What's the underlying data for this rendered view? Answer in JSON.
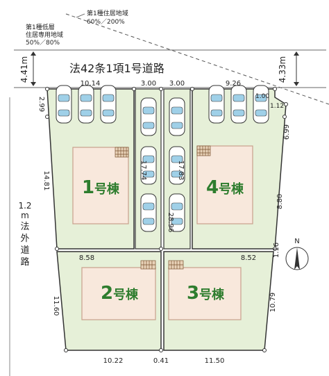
{
  "zoning": {
    "upper_zone_line1": "第1種住居地域",
    "upper_zone_line2": "60%／200%",
    "lower_zone_line1": "第1種低層",
    "lower_zone_line2": "住居専用地域",
    "lower_zone_line3": "50%／80%"
  },
  "road_top": {
    "label": "法42条1項1号道路",
    "width_left": "4.41m",
    "width_right": "4.33m"
  },
  "road_left": {
    "label_lines": [
      "1.2",
      "m",
      "法",
      "外",
      "道",
      "路"
    ]
  },
  "dimensions": {
    "top_lot1": "10.14",
    "top_path_left": "3.00",
    "top_path_right": "3.00",
    "top_lot4": "9.26",
    "corner_cut_a": "1.00",
    "corner_cut_b": "1.12",
    "left_lot1_upper": "2.99",
    "left_lot1": "14.81",
    "left_lot2": "11.60",
    "right_lot4_upper": "6.99",
    "right_lot4": "8.80",
    "right_offset": "1.16",
    "right_lot3": "10.79",
    "mid_lot2_top": "8.58",
    "mid_lot3_top": "8.52",
    "path_left_len": "17.74",
    "path_right_len_a": "17.83",
    "path_right_len_b": "28.96",
    "bottom_lot2": "10.22",
    "bottom_gap": "0.41",
    "bottom_lot3": "11.50"
  },
  "houses": [
    {
      "number": "1",
      "suffix": "号棟"
    },
    {
      "number": "4",
      "suffix": "号棟"
    },
    {
      "number": "2",
      "suffix": "号棟"
    },
    {
      "number": "3",
      "suffix": "号棟"
    }
  ],
  "compass": {
    "north": "N"
  },
  "colors": {
    "lot_fill": "#e6f0d8",
    "house_fill": "#f8e8dc",
    "house_border": "#c8a08c",
    "boundary": "#333333",
    "house_text": "#2e7d2e"
  }
}
